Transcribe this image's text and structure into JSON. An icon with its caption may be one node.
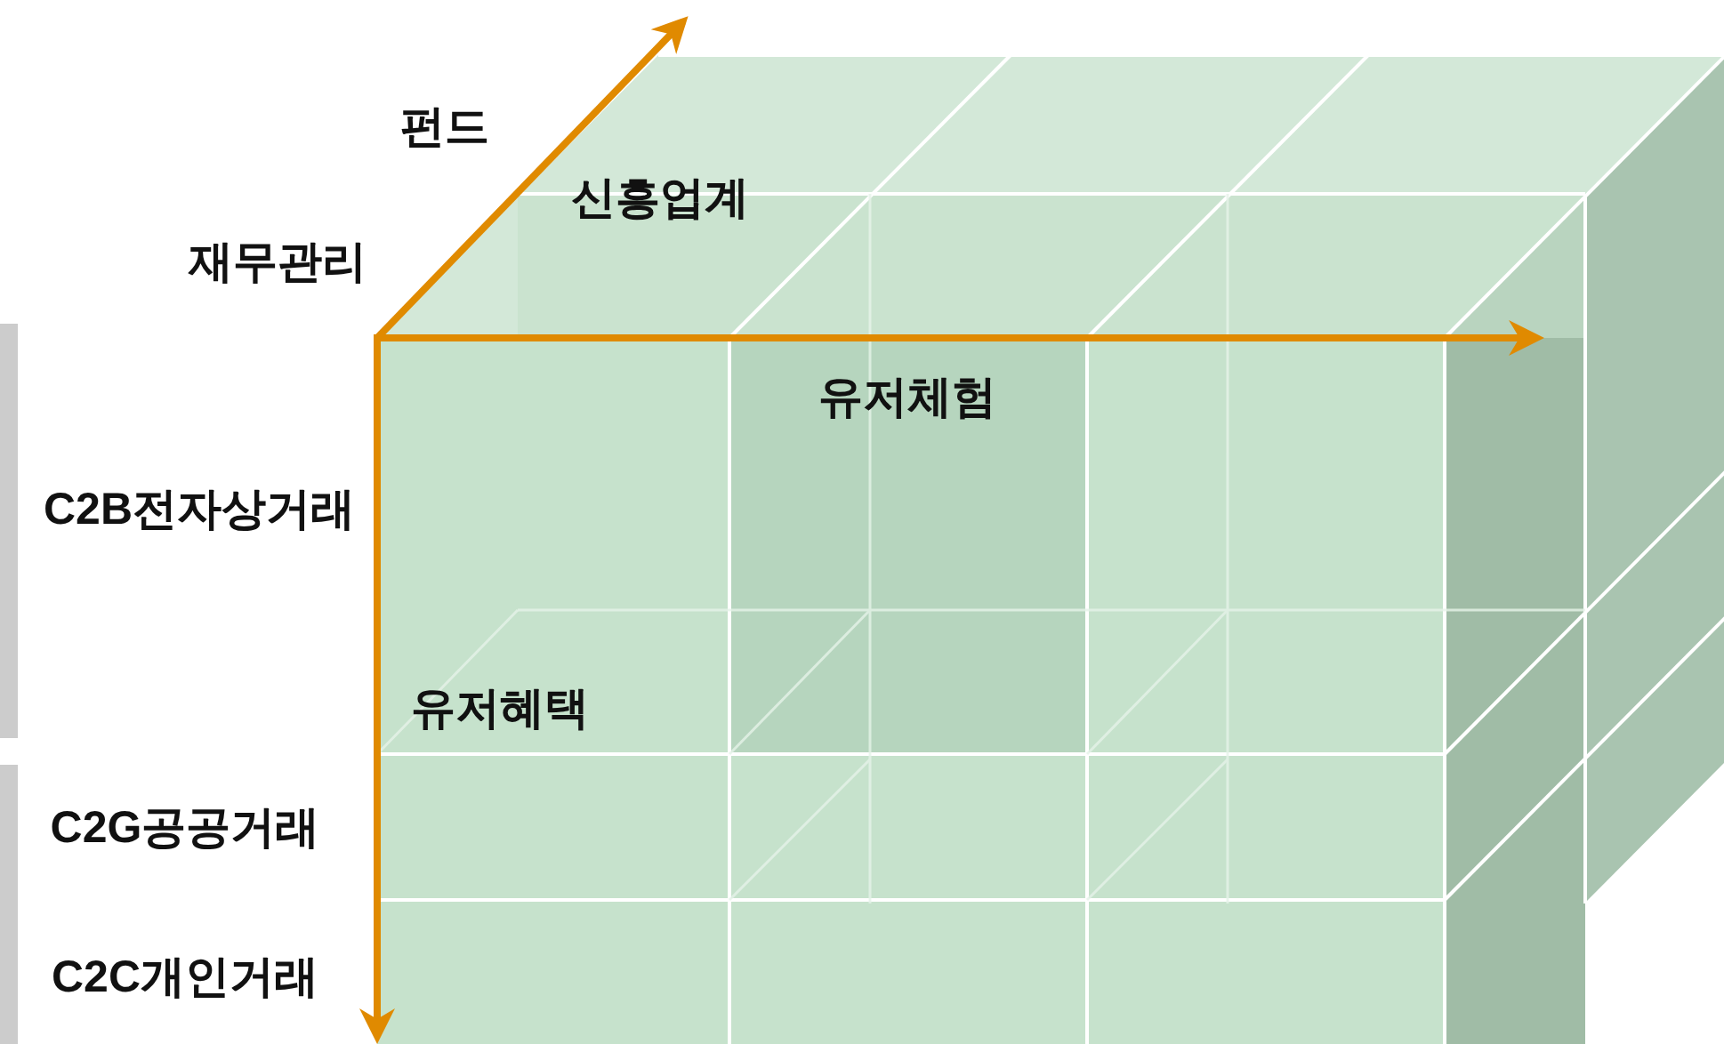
{
  "diagram": {
    "labels": [
      "펀드",
      "신흥업계",
      "재무관리",
      "유저체험",
      "C2B전자상거래",
      "유저혜택",
      "C2G공공거래",
      "C2C개인거래"
    ]
  }
}
